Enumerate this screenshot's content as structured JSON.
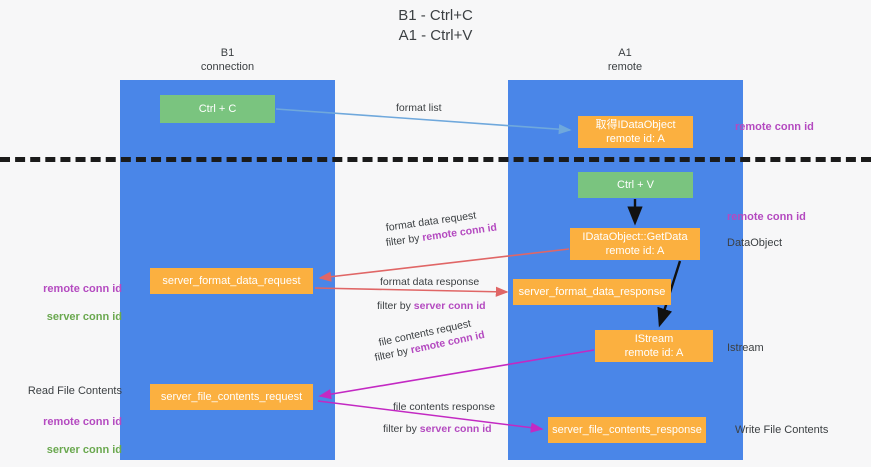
{
  "title": "B1 - Ctrl+C\nA1 - Ctrl+V",
  "lanes": [
    {
      "name": "b1",
      "title": "B1\nconnection",
      "color": "#4a86e8"
    },
    {
      "name": "a1",
      "title": "A1\nremote",
      "color": "#4a86e8"
    }
  ],
  "nodes": {
    "ctrl_c": "Ctrl + C",
    "idataobject": "取得IDataObject\nremote id: A",
    "ctrl_v": "Ctrl + V",
    "getdata": "IDataObject::GetData\nremote id: A",
    "server_format_data_request": "server_format_data_request",
    "server_format_data_response": "server_format_data_response",
    "istream": "IStream\nremote id: A",
    "server_file_contents_request": "server_file_contents_request",
    "server_file_contents_response": "server_file_contents_response"
  },
  "edges": {
    "format_list": "format list",
    "format_data_request": "format data request",
    "format_data_request_filter_prefix": "filter by ",
    "format_data_request_filter_key": "remote conn id",
    "format_data_response": "format data response",
    "format_data_response_filter_prefix": "filter by ",
    "format_data_response_filter_key": "server conn id",
    "file_contents_request": "file contents request",
    "file_contents_request_filter_prefix": "filter by ",
    "file_contents_request_filter_key": "remote conn id",
    "file_contents_response": "file contents response",
    "file_contents_response_filter_prefix": "filter by ",
    "file_contents_response_filter_key": "server conn id"
  },
  "annotations": {
    "remote_conn_id_top": "remote conn id",
    "remote_conn_id_mid": "remote conn id",
    "dataobject": "DataObject",
    "istream": "Istream",
    "write_file_contents": "Write File Contents",
    "read_file_contents": "Read File Contents",
    "left_remote_conn_id_mid": "remote conn id",
    "left_server_conn_id_mid": "server conn id",
    "left_remote_conn_id_bottom": "remote conn id",
    "left_server_conn_id_bottom": "server conn id"
  },
  "colors": {
    "lane": "#4a86e8",
    "node_green": "#7ac47f",
    "node_orange": "#fbb040",
    "accent_purple": "#b44ac0",
    "accent_green": "#6aa84f",
    "arrow_blue": "#6fa8dc",
    "arrow_red": "#e06666",
    "arrow_magenta": "#c329c3",
    "arrow_black": "#000000",
    "background": "#f7f7f8"
  }
}
